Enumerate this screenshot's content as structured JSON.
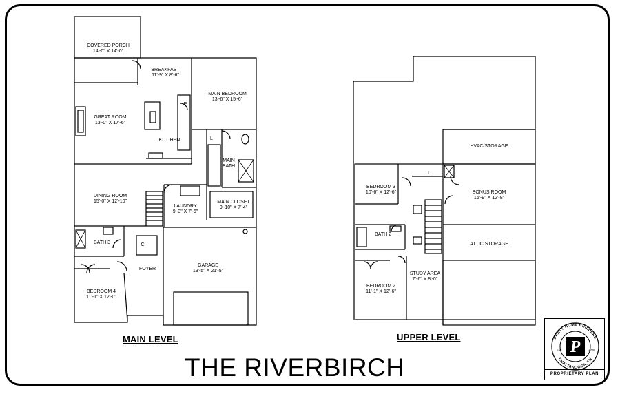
{
  "title": "THE RIVERBIRCH",
  "levels": {
    "main": "MAIN LEVEL",
    "upper": "UPPER LEVEL"
  },
  "main_level_rooms": [
    {
      "name": "COVERED PORCH",
      "dims": "14'-0\" x 14'-0\""
    },
    {
      "name": "BREAKFAST",
      "dims": "11'-9\" x 8'-6\""
    },
    {
      "name": "MAIN BEDROOM",
      "dims": "13'-6\" x 15'-6\""
    },
    {
      "name": "GREAT ROOM",
      "dims": "13'-0\" x 17'-6\""
    },
    {
      "name": "KITCHEN",
      "dims": ""
    },
    {
      "name": "MAIN BATH",
      "dims": ""
    },
    {
      "name": "DINING ROOM",
      "dims": "15'-0\" x 12'-10\""
    },
    {
      "name": "LAUNDRY",
      "dims": "9'-3\" x 7'-6\""
    },
    {
      "name": "MAIN CLOSET",
      "dims": "9'-10\" x 7'-4\""
    },
    {
      "name": "BATH 3",
      "dims": ""
    },
    {
      "name": "FOYER",
      "dims": ""
    },
    {
      "name": "GARAGE",
      "dims": "19'-5\" x 21'-5\""
    },
    {
      "name": "BEDROOM 4",
      "dims": "11'-1\" x 12'-0\""
    }
  ],
  "upper_level_rooms": [
    {
      "name": "HVAC/STORAGE",
      "dims": ""
    },
    {
      "name": "BEDROOM 3",
      "dims": "10'-6\" x 12'-6\""
    },
    {
      "name": "BONUS ROOM",
      "dims": "16'-9\" x 12'-8\""
    },
    {
      "name": "BATH 2",
      "dims": ""
    },
    {
      "name": "ATTIC STORAGE",
      "dims": ""
    },
    {
      "name": "STUDY AREA",
      "dims": "7'-6\" x 8'-0\""
    },
    {
      "name": "BEDROOM 2",
      "dims": "11'-1\" x 12'-6\""
    }
  ],
  "small_labels": {
    "pantry": "P",
    "linen": "L",
    "closet": "C",
    "upper_linen": "L"
  },
  "logo": {
    "ring_top": "PRATT HOME BUILDERS",
    "ring_bottom": "CHATTANOOGA, TN",
    "est": "EST.",
    "year": "1995",
    "letter": "P",
    "footer": "PROPRIETARY PLAN"
  }
}
